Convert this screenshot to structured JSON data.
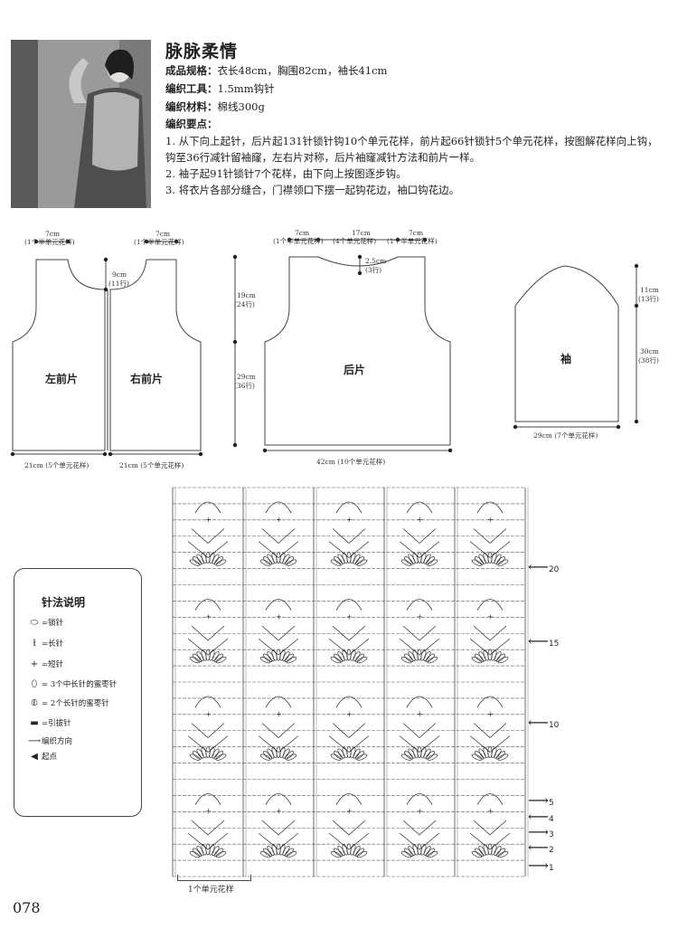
{
  "header": {
    "title": "脉脉柔情",
    "specs": [
      {
        "label": "成品规格：",
        "value": "衣长48cm，胸围82cm，袖长41cm"
      },
      {
        "label": "编织工具：",
        "value": "1.5mm钩针"
      },
      {
        "label": "编织材料：",
        "value": "棉线300g"
      }
    ],
    "key_points_label": "编织要点：",
    "steps": [
      "1. 从下向上起针，后片起131针锁针钩10个单元花样，前片起66针锁针5个单元花样，按图解花样向上钩，钩至36行减针留袖窿，左右片对称，后片袖窿减针方法和前片一样。",
      "2. 袖子起91针锁针7个花样，由下向上按图逐步钩。",
      "3. 将衣片各部分缝合，门襟领口下摆一起钩花边，袖口钩花边。"
    ]
  },
  "diagram": {
    "front": {
      "left_label": "左前片",
      "right_label": "右前片",
      "top_left": "7cm",
      "top_left_sub": "(1个半单元花样)",
      "top_right": "7cm",
      "top_right_sub": "(1个半单元花样)",
      "neck": "9cm",
      "neck_sub": "(11行)",
      "bottom_left": "21cm (5个单元花样)",
      "bottom_right": "21cm (5个单元花样)"
    },
    "back": {
      "label": "后片",
      "top_a": "7cm",
      "top_a_sub": "(1个半单元花样)",
      "top_b": "17cm",
      "top_b_sub": "(4个单元花样)",
      "top_c": "7cm",
      "top_c_sub": "(1个半单元花样)",
      "neck": "2.5cm",
      "neck_sub": "(3行)",
      "armhole": "19cm",
      "armhole_sub": "(24行)",
      "body": "29cm",
      "body_sub": "(36行)",
      "bottom": "42cm (10个单元花样)"
    },
    "sleeve": {
      "label": "袖",
      "cap": "11cm",
      "cap_sub": "(13行)",
      "length": "30cm",
      "length_sub": "(38行)",
      "bottom": "29cm (7个单元花样)"
    }
  },
  "legend": {
    "title": "针法说明",
    "items": [
      {
        "symbol": "⬭",
        "text": "=锁针"
      },
      {
        "symbol": "ł",
        "text": "=长针"
      },
      {
        "symbol": "+",
        "text": "=短针"
      },
      {
        "symbol": "⬯",
        "text": "= 3个中长针的蜜枣针"
      },
      {
        "symbol": "⦶",
        "text": "= 2个长针的蜜枣针"
      },
      {
        "symbol": "▬",
        "text": "=引拔针"
      },
      {
        "symbol": "⟶",
        "text": "编织方向"
      },
      {
        "symbol": "◀",
        "text": "起点"
      }
    ]
  },
  "chart": {
    "row_markers": [
      "20",
      "15",
      "10",
      "5",
      "4",
      "3",
      "2",
      "1"
    ],
    "unit_label": "1个单元花样"
  },
  "footer": {
    "page_number": "078"
  }
}
